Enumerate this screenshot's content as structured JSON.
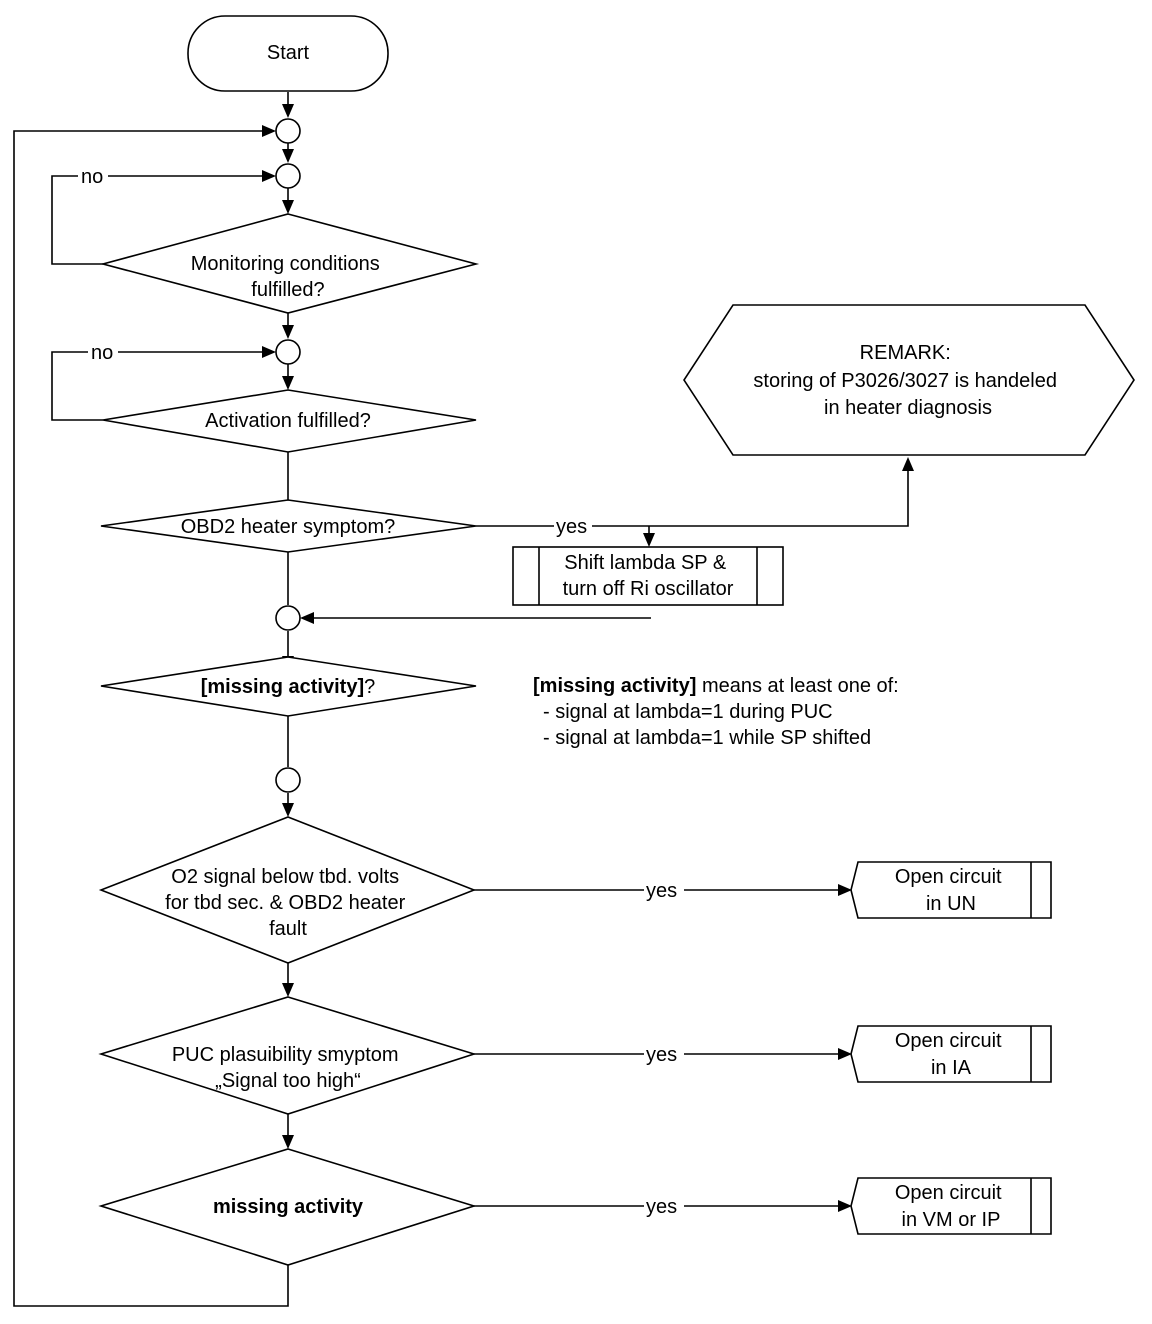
{
  "start": "Start",
  "decisions": {
    "monitoring": [
      "Monitoring conditions",
      "fulfilled?"
    ],
    "activation": "Activation fulfilled?",
    "obd2_heater": "OBD2 heater symptom?",
    "missing_activity_q": {
      "bold": "[missing activity]",
      "rest": "?"
    },
    "o2_signal": [
      "O2 signal below tbd. volts",
      "for tbd sec. & OBD2 heater",
      "fault"
    ],
    "puc": [
      "PUC plasuibility smyptom",
      "„Signal too high“"
    ],
    "missing_activity": "missing activity"
  },
  "edge_labels": {
    "no": "no",
    "yes": "yes"
  },
  "processes": {
    "shift_lambda": [
      "Shift lambda SP &",
      "turn off Ri oscillator"
    ],
    "open_un": [
      "Open circuit",
      "in UN"
    ],
    "open_ia": [
      "Open circuit",
      "in IA"
    ],
    "open_vm_ip": [
      "Open circuit",
      "in VM or IP"
    ]
  },
  "remark": [
    "REMARK:",
    "storing of P3026/3027 is handeled",
    "in heater diagnosis"
  ],
  "note": {
    "bold": "[missing activity]",
    "line1_rest": " means at least one of:",
    "items": [
      "- signal at lambda=1 during PUC",
      "- signal at lambda=1 while SP shifted"
    ]
  }
}
